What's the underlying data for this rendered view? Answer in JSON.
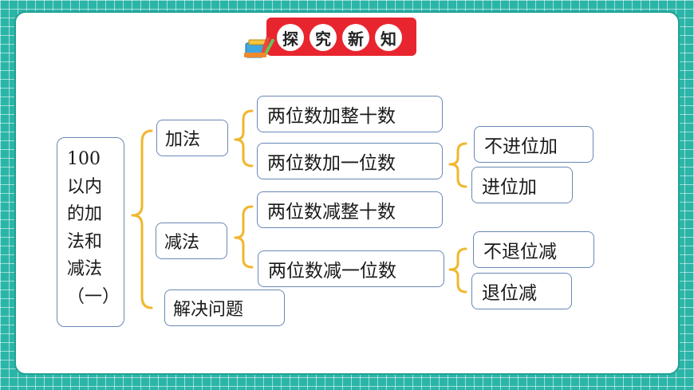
{
  "header": {
    "chars": [
      "探",
      "究",
      "新",
      "知"
    ]
  },
  "colors": {
    "background": "#2bb5a8",
    "banner": "#e8252e",
    "box_border": "#6a88b5",
    "bracket": "#f0b72f"
  },
  "icons": {
    "header_icon": "books-icon"
  },
  "tree": {
    "root": "100\n以内\n的加\n法和\n减法\n（一）",
    "addition": {
      "label": "加法",
      "tens": "两位数加整十数",
      "ones": "两位数加一位数",
      "no_carry": "不进位加",
      "carry": "进位加"
    },
    "subtraction": {
      "label": "减法",
      "tens": "两位数减整十数",
      "ones": "两位数减一位数",
      "no_borrow": "不退位减",
      "borrow": "退位减"
    },
    "problem_solving": "解决问题"
  }
}
